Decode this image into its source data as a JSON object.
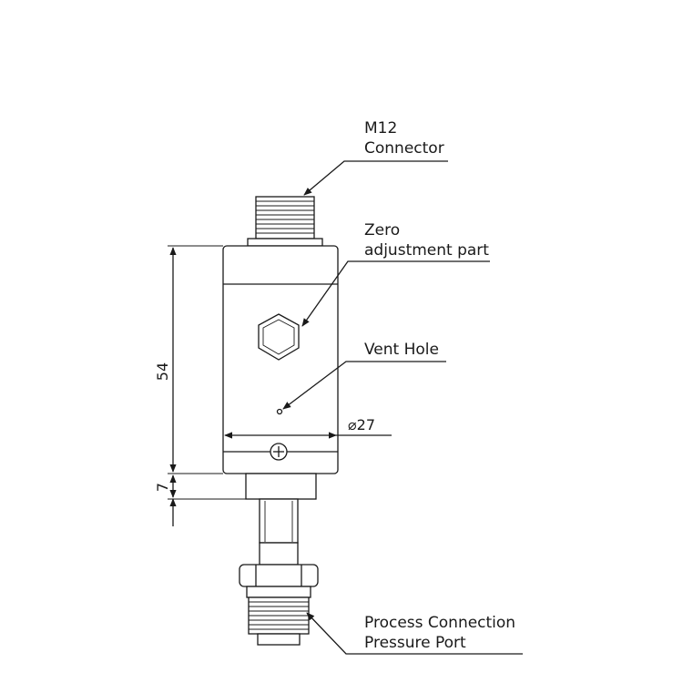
{
  "labels": {
    "m12_line1": "M12",
    "m12_line2": "Connector",
    "zero_line1": "Zero",
    "zero_line2": "adjustment part",
    "vent": "Vent Hole",
    "process_line1": "Process Connection",
    "process_line2": "Pressure Port"
  },
  "dimensions": {
    "body_length": "54",
    "flange_length": "7",
    "diameter": "⌀27"
  }
}
